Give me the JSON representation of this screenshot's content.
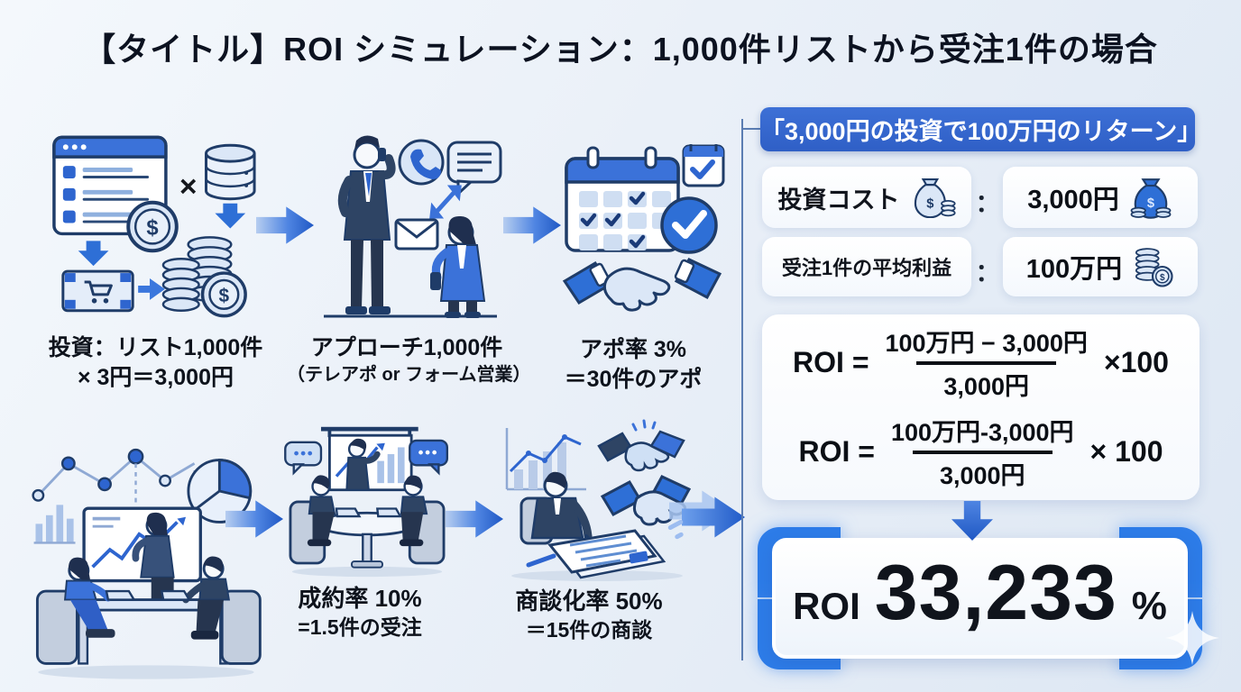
{
  "title": "【タイトル】ROI シミュレーション：1,000件リストから受注1件の場合",
  "symbols": {
    "dollar": "$",
    "multiply": "×"
  },
  "flow": {
    "step_invest": {
      "line1": "投資：リスト1,000件",
      "line2": "× 3円＝3,000円"
    },
    "step_approach": {
      "line1": "アプローチ1,000件",
      "line2": "（テレアポ or フォーム営業）"
    },
    "step_appointment": {
      "line1": "アポ率 3%",
      "line2": "＝30件のアポ"
    },
    "step_close": {
      "line1": "成約率 10%",
      "line2": "=1.5件の受注"
    },
    "step_negotiation": {
      "line1": "商談化率 50%",
      "line2": "＝15件の商談"
    }
  },
  "panel": {
    "headline": "「3,000円の投資で100万円のリターン」",
    "cost_row": {
      "label": "投資コスト",
      "separator": "：",
      "value": "3,000円"
    },
    "profit_row": {
      "label": "受注1件の平均利益",
      "separator": "：",
      "value": "100万円"
    },
    "formula1": {
      "lhs": "ROI =",
      "numerator": "100万円 − 3,000円",
      "denominator": "3,000円",
      "multiplier": "×100"
    },
    "formula2": {
      "lhs": "ROI =",
      "numerator": "100万円-3,000円",
      "denominator": "3,000円",
      "multiplier": "× 100"
    },
    "result": {
      "label": "ROI",
      "value": "33,233",
      "unit": "%"
    }
  },
  "colors": {
    "accent_blue": "#2e6fd6",
    "badge_blue": "#3465cc",
    "bracket_blue": "#2d7ce8",
    "ink": "#10141c"
  }
}
